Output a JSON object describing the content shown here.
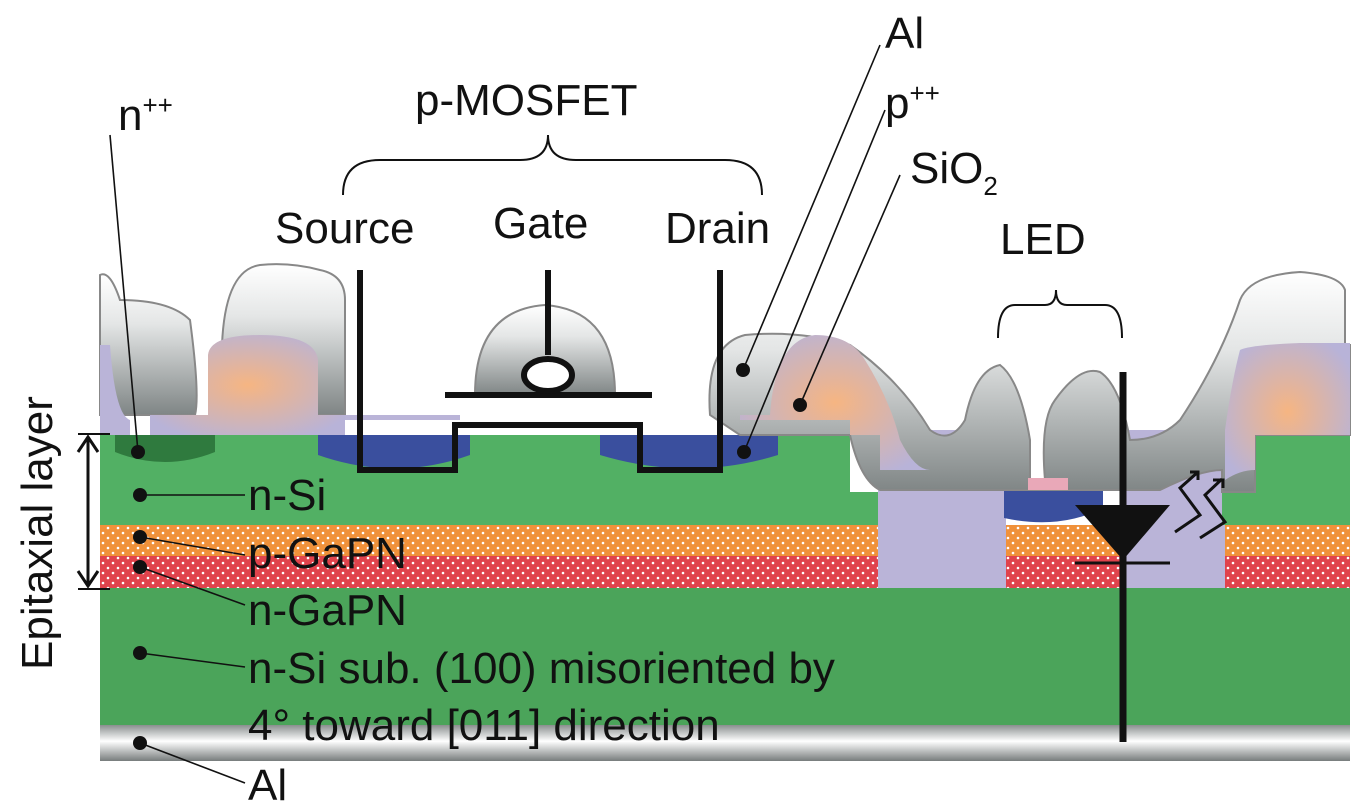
{
  "labels": {
    "n_plus_plus": "n",
    "n_plus_plus_sup": "++",
    "p_mosfet": "p-MOSFET",
    "source": "Source",
    "gate": "Gate",
    "drain": "Drain",
    "al_top": "Al",
    "p_plus_plus": "p",
    "p_plus_plus_sup": "++",
    "sio2": "SiO",
    "sio2_sub": "2",
    "led": "LED",
    "epitaxial_layer": "Epitaxial layer",
    "n_si": "n-Si",
    "p_gapn": "p-GaPN",
    "n_gapn": "n-GaPN",
    "substrate_line1": "n-Si sub. (100) misoriented by",
    "substrate_line2": "4° toward [011] direction",
    "al_bottom": "Al"
  },
  "colors": {
    "n_si": "#52b064",
    "substrate": "#4ba45a",
    "p_gapn": "#f0913a",
    "n_gapn": "#e0434c",
    "p_plus_plus": "#3a4f9e",
    "n_plus_plus": "#2f7a3e",
    "sio2": "#b9b4d6",
    "al": "#8e9494"
  }
}
